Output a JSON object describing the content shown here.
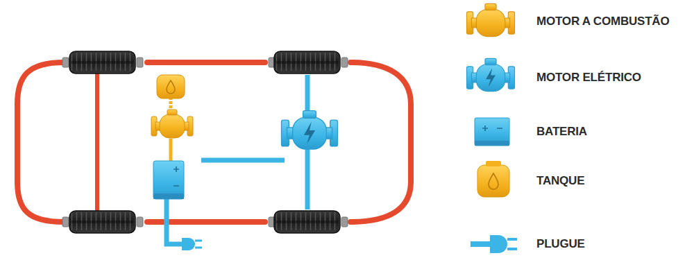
{
  "diagram": {
    "legend": [
      {
        "text": "MOTOR A COMBUSTÃO"
      },
      {
        "text": "MOTOR ELÉTRICO"
      },
      {
        "text": "BATERIA"
      },
      {
        "text": "TANQUE"
      },
      {
        "text": "PLUGUE"
      }
    ]
  }
}
